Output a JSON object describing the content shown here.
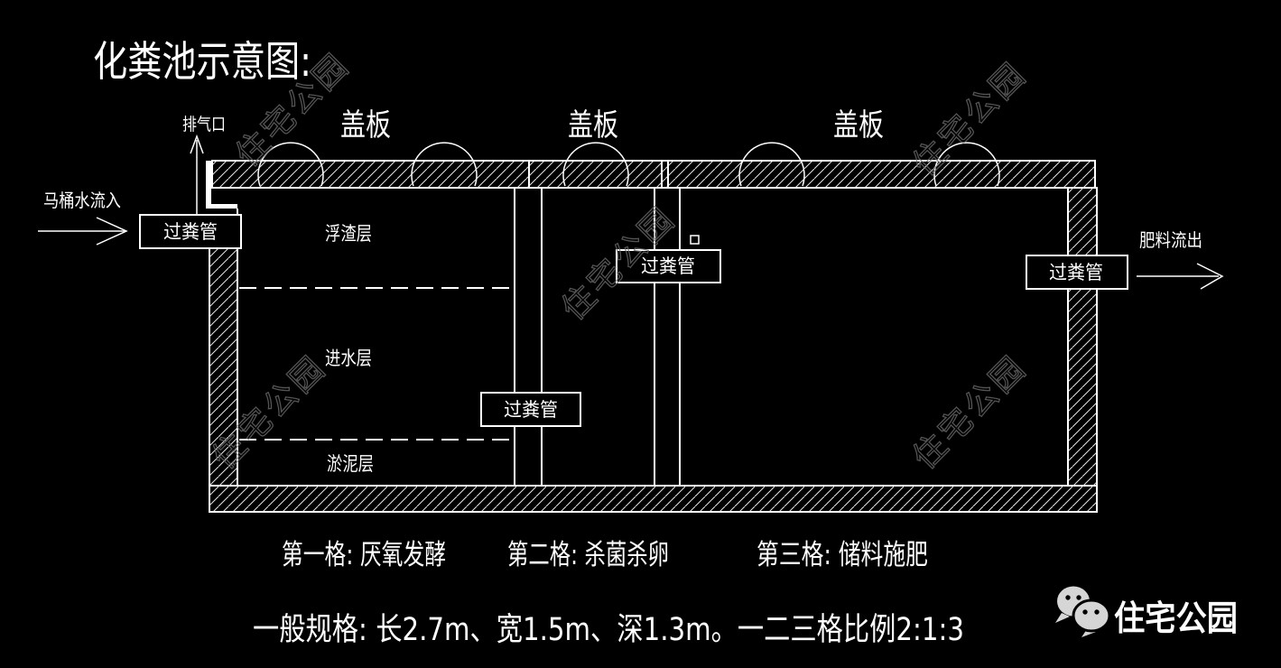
{
  "title": "化粪池示意图:",
  "diagram": {
    "vent_label": "排气口",
    "inlet_label": "马桶水流入",
    "outlet_label": "肥料流出",
    "pipe_label": "过粪管",
    "cover_label": "盖板",
    "layers": {
      "scum": "浮渣层",
      "inlet_water": "进水层",
      "sludge": "淤泥层"
    }
  },
  "chambers": [
    {
      "label": "第一格: 厌氧发酵"
    },
    {
      "label": "第二格: 杀菌杀卵"
    },
    {
      "label": "第三格: 储料施肥"
    }
  ],
  "spec_note": "一般规格: 长2.7m、宽1.5m、深1.3m。一二三格比例2:1:3",
  "watermark": {
    "text": "住宅公园"
  },
  "brand": {
    "name": "住宅公园"
  },
  "colors": {
    "background": "#000000",
    "line": "#ffffff",
    "watermark": "#6a6a6a",
    "brand": "#d6d6d6"
  }
}
